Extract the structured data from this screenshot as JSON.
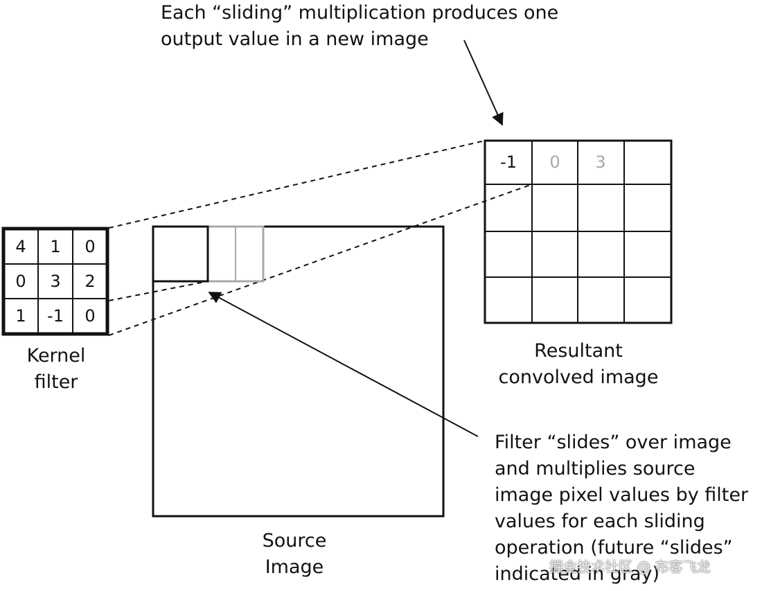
{
  "annotations": {
    "top": [
      "Each “sliding” multiplication produces one",
      "output value in a new image"
    ],
    "right": [
      "Filter “slides” over image",
      "and multiplies source",
      "image pixel values by filter",
      "values for each sliding",
      "operation (future “slides”",
      "indicated in gray)"
    ]
  },
  "labels": {
    "kernel": [
      "Kernel",
      "filter"
    ],
    "result": [
      "Resultant",
      "convolved image"
    ],
    "source": [
      "Source",
      "Image"
    ]
  },
  "kernel_values": [
    [
      "4",
      "1",
      "0"
    ],
    [
      "0",
      "3",
      "2"
    ],
    [
      "1",
      "-1",
      "0"
    ]
  ],
  "result_values": [
    "-1",
    "0",
    "3"
  ],
  "colors": {
    "stroke": "#111111",
    "future_slide": "#a8a8a8"
  },
  "watermark": "掘金技术社区 @ 布客飞龙"
}
